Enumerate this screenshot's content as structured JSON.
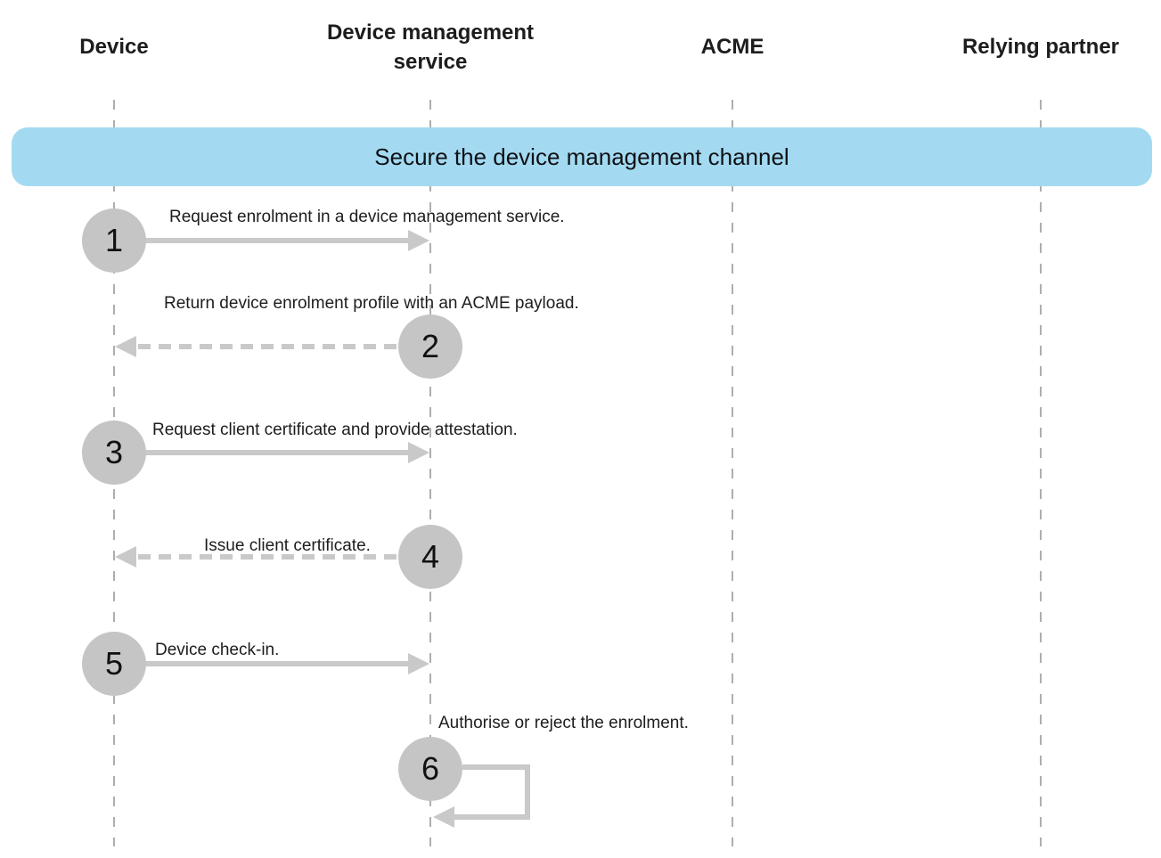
{
  "diagram": {
    "type": "sequence-diagram",
    "banner": {
      "label": "Secure the device management channel",
      "bg_color": "#a3daf2"
    },
    "actors": [
      {
        "label": "Device"
      },
      {
        "label": "Device management service"
      },
      {
        "label": "ACME"
      },
      {
        "label": "Relying partner"
      }
    ],
    "steps": [
      {
        "number": "1",
        "label": "Request enrolment in a device management service.",
        "from": "Device",
        "to": "Device management service",
        "line_style": "solid"
      },
      {
        "number": "2",
        "label": "Return device enrolment profile with an ACME payload.",
        "from": "Device management service",
        "to": "Device",
        "line_style": "dashed"
      },
      {
        "number": "3",
        "label": "Request client certificate and provide attestation.",
        "from": "Device",
        "to": "Device management service",
        "line_style": "solid"
      },
      {
        "number": "4",
        "label": "Issue client certificate.",
        "from": "Device management service",
        "to": "Device",
        "line_style": "dashed"
      },
      {
        "number": "5",
        "label": "Device check-in.",
        "from": "Device",
        "to": "Device management service",
        "line_style": "solid"
      },
      {
        "number": "6",
        "label": "Authorise or reject the enrolment.",
        "from": "Device management service",
        "to": "Device management service",
        "line_style": "self-loop"
      }
    ],
    "colors": {
      "text": "#1d1d1f",
      "number_circle": "#c5c5c5",
      "arrow": "#c9c9c9",
      "lifeline": "#aeaeae",
      "banner_bg": "#a3daf2",
      "background": "#ffffff"
    }
  }
}
